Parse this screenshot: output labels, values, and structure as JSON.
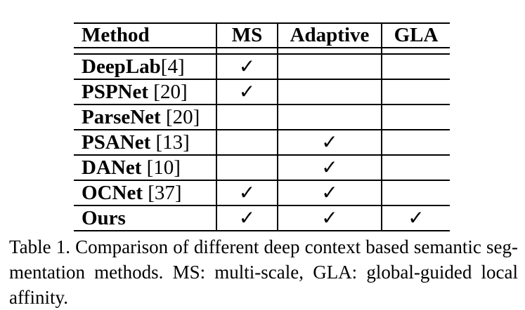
{
  "page": {
    "background": "#ffffff",
    "text_color": "#000000"
  },
  "table": {
    "headers": [
      "Method",
      "MS",
      "Adaptive",
      "GLA"
    ],
    "check_glyph": "✓",
    "rows": [
      {
        "name": "DeepLab",
        "ref": "[4]",
        "ms": "✓",
        "adaptive": "",
        "gla": ""
      },
      {
        "name": "PSPNet",
        "ref": " [20]",
        "ms": "✓",
        "adaptive": "",
        "gla": ""
      },
      {
        "name": "ParseNet",
        "ref": " [20]",
        "ms": "",
        "adaptive": "",
        "gla": ""
      },
      {
        "name": "PSANet",
        "ref": " [13]",
        "ms": "",
        "adaptive": "✓",
        "gla": ""
      },
      {
        "name": "DANet",
        "ref": " [10]",
        "ms": "",
        "adaptive": "✓",
        "gla": ""
      },
      {
        "name": "OCNet",
        "ref": " [37]",
        "ms": "✓",
        "adaptive": "✓",
        "gla": ""
      },
      {
        "name": "Ours",
        "ref": "",
        "ms": "✓",
        "adaptive": "✓",
        "gla": "✓"
      }
    ]
  },
  "caption": {
    "lines": [
      "Table 1. Comparison of different deep context based semantic seg-",
      "mentation methods.  MS: multi-scale, GLA: global-guided local",
      "affinity."
    ]
  }
}
